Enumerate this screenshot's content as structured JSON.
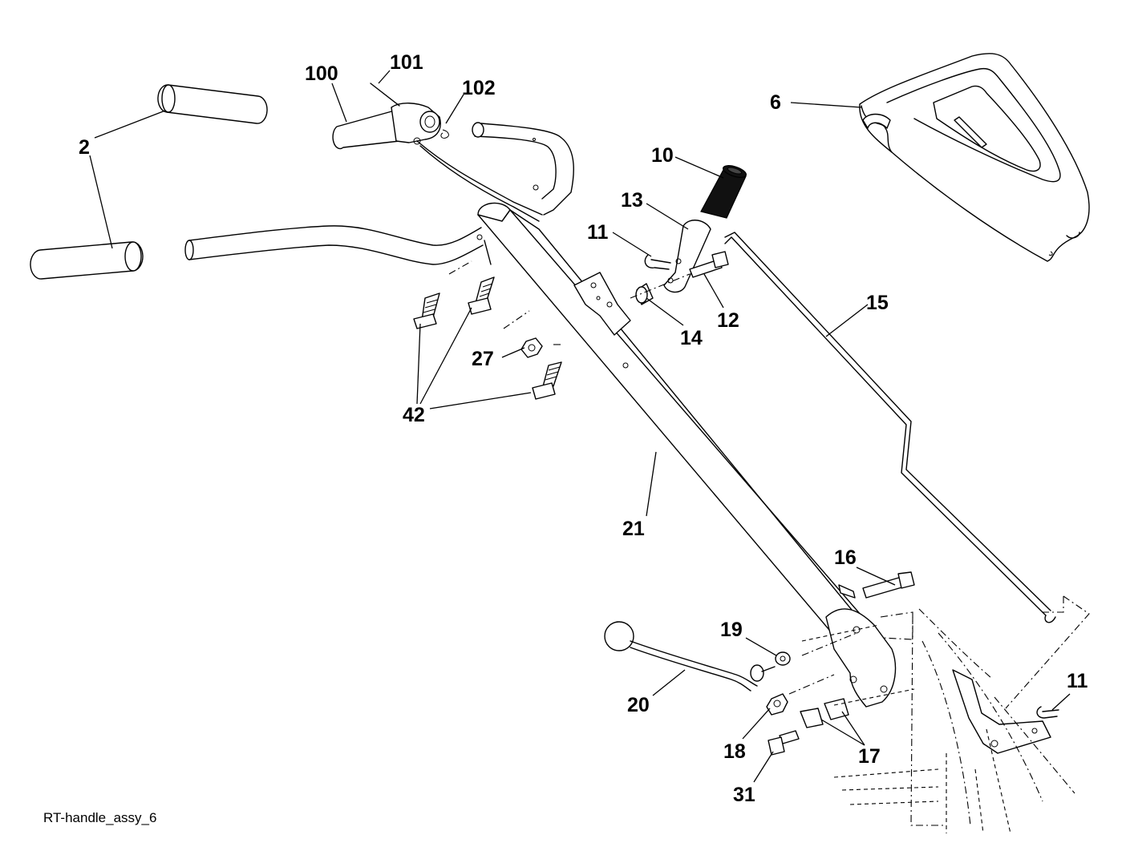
{
  "diagram": {
    "caption": "RT-handle_assy_6",
    "callouts": [
      {
        "id": "c101",
        "label": "101"
      },
      {
        "id": "c100",
        "label": "100"
      },
      {
        "id": "c102",
        "label": "102"
      },
      {
        "id": "c2",
        "label": "2"
      },
      {
        "id": "c6",
        "label": "6"
      },
      {
        "id": "c10",
        "label": "10"
      },
      {
        "id": "c13",
        "label": "13"
      },
      {
        "id": "c11a",
        "label": "11"
      },
      {
        "id": "c15",
        "label": "15"
      },
      {
        "id": "c14",
        "label": "14"
      },
      {
        "id": "c12",
        "label": "12"
      },
      {
        "id": "c27",
        "label": "27"
      },
      {
        "id": "c42",
        "label": "42"
      },
      {
        "id": "c21",
        "label": "21"
      },
      {
        "id": "c16",
        "label": "16"
      },
      {
        "id": "c19",
        "label": "19"
      },
      {
        "id": "c11b",
        "label": "11"
      },
      {
        "id": "c20",
        "label": "20"
      },
      {
        "id": "c18",
        "label": "18"
      },
      {
        "id": "c17",
        "label": "17"
      },
      {
        "id": "c31",
        "label": "31"
      }
    ]
  }
}
